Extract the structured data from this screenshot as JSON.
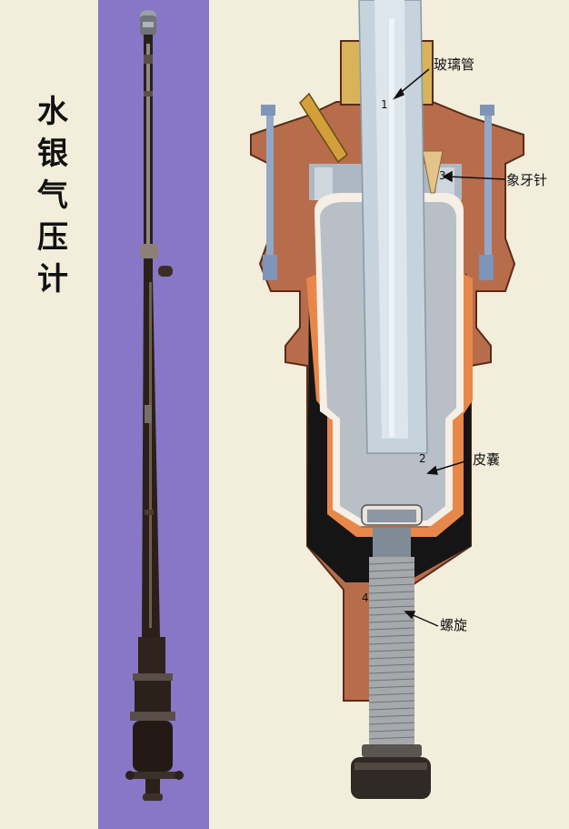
{
  "title": {
    "chars": [
      "水",
      "银",
      "气",
      "压",
      "计"
    ]
  },
  "labels": {
    "glass_tube": "玻璃管",
    "ivory_needle": "象牙针",
    "leather_bag": "皮囊",
    "screw": "螺旋"
  },
  "markers": {
    "m1": "1",
    "m2": "2",
    "m3": "3",
    "m4": "4"
  },
  "colors": {
    "background": "#f3eedb",
    "left_panel": "#8877c6",
    "housing": "#b76d4c",
    "glass": "#c7d3dc",
    "mercury_cavity": "#b8bfc6",
    "dark_cavity": "#151515"
  }
}
